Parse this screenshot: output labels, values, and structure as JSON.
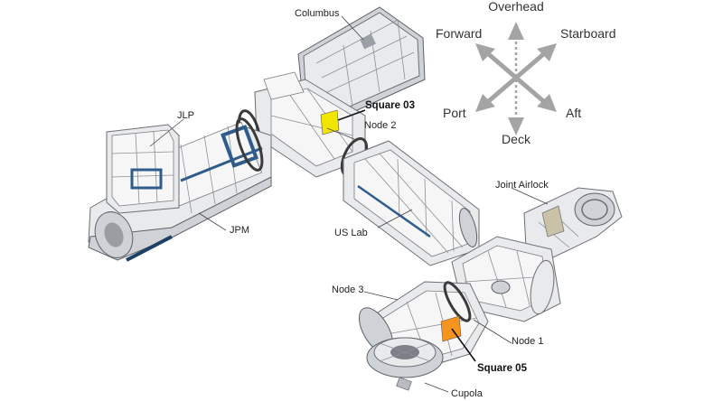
{
  "modules": {
    "columbus": "Columbus",
    "jlp": "JLP",
    "jpm": "JPM",
    "node2": "Node 2",
    "us_lab": "US Lab",
    "joint_airlock": "Joint Airlock",
    "node3": "Node 3",
    "node1": "Node 1",
    "cupola": "Cupola"
  },
  "markers": {
    "square03": {
      "label": "Square 03",
      "color": "#f2e600"
    },
    "square05": {
      "label": "Square 05",
      "color": "#f7941d"
    }
  },
  "compass": {
    "overhead": "Overhead",
    "forward": "Forward",
    "starboard": "Starboard",
    "port": "Port",
    "aft": "Aft",
    "deck": "Deck"
  },
  "colors": {
    "hull": "#e9eaec",
    "accent_blue": "#2f5c8a",
    "arrow_gray": "#a4a4a4"
  }
}
